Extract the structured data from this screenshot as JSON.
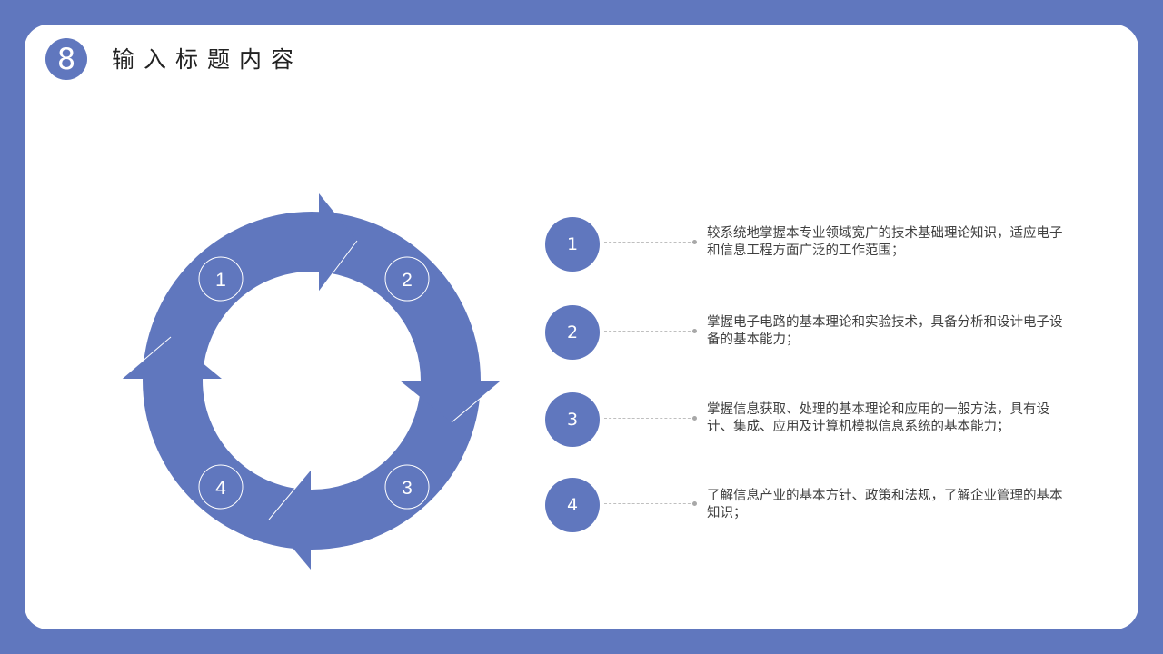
{
  "header": {
    "badge": "8",
    "title": "输入标题内容"
  },
  "cycle": {
    "labels": [
      "1",
      "2",
      "3",
      "4"
    ]
  },
  "items": [
    {
      "number": "1",
      "text": "较系统地掌握本专业领域宽广的技术基础理论知识，适应电子和信息工程方面广泛的工作范围；"
    },
    {
      "number": "2",
      "text": "掌握电子电路的基本理论和实验技术，具备分析和设计电子设备的基本能力；"
    },
    {
      "number": "3",
      "text": "掌握信息获取、处理的基本理论和应用的一般方法，具有设计、集成、应用及计算机模拟信息系统的基本能力；"
    },
    {
      "number": "4",
      "text": "了解信息产业的基本方针、政策和法规，了解企业管理的基本知识；"
    }
  ],
  "colors": {
    "accent": "#6077be",
    "background": "#6077be",
    "card": "#ffffff"
  }
}
